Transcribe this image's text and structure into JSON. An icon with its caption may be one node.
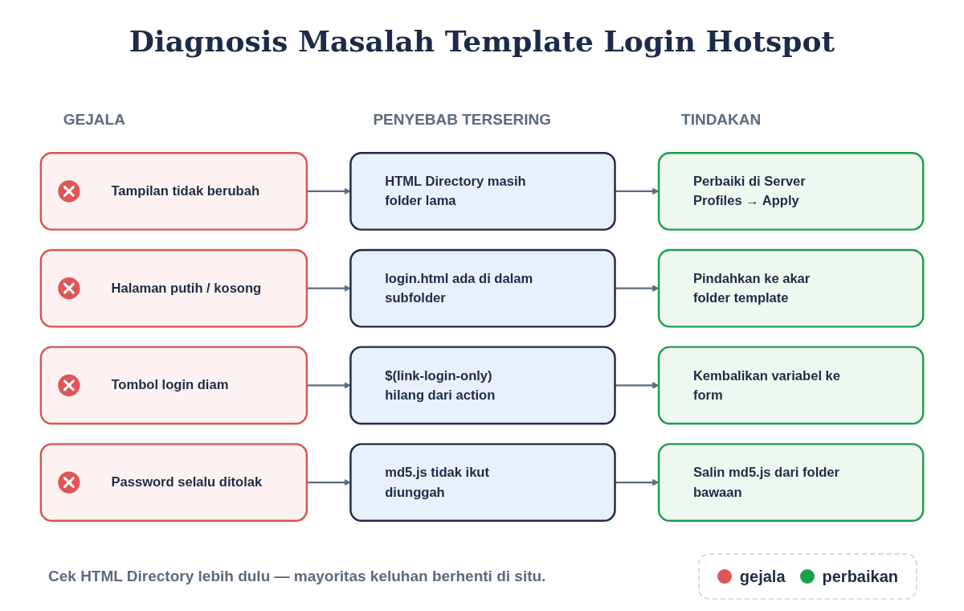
{
  "diagram": {
    "title": "Diagnosis Masalah Template Login Hotspot",
    "caption": "Cek HTML Directory lebih dulu — mayoritas keluhan berhenti di situ.",
    "nodes": [
      {
        "text": [
          "Tampilan tidak berubah"
        ]
      },
      {
        "text": [
          "HTML Directory masih folder lama"
        ]
      },
      {
        "text": [
          "Perbaiki di Server Profiles → Apply"
        ]
      },
      {
        "text": [
          "Halaman putih / kosong"
        ]
      },
      {
        "text": [
          "login.html ada di dalam subfolder"
        ]
      },
      {
        "text": [
          "Pindahkan ke akar folder template"
        ]
      },
      {
        "text": [
          "Tombol login diam"
        ]
      },
      {
        "text": [
          "$(link-login-only) hilang dari action"
        ]
      },
      {
        "text": [
          "Kembalikan variabel ke form"
        ]
      },
      {
        "text": [
          "Password selalu ditolak"
        ]
      },
      {
        "text": [
          "md5.js tidak ikut diunggah"
        ]
      },
      {
        "text": [
          "Salin md5.js dari folder bawaan"
        ]
      }
    ],
    "edges": [
      {
        "from": 0,
        "to": 1,
        "arrow": "to"
      },
      {
        "from": 1,
        "to": 2,
        "arrow": "to"
      },
      {
        "from": 3,
        "to": 4,
        "arrow": "to"
      },
      {
        "from": 4,
        "to": 5,
        "arrow": "to"
      },
      {
        "from": 6,
        "to": 7,
        "arrow": "to"
      },
      {
        "from": 7,
        "to": 8,
        "arrow": "to"
      },
      {
        "from": 9,
        "to": 10,
        "arrow": "to"
      },
      {
        "from": 10,
        "to": 11,
        "arrow": "to"
      }
    ],
    "labels": [
      "GEJALA",
      "PENYEBAB TERSERING",
      "TINDAKAN"
    ],
    "legend": [
      {
        "text": "gejala",
        "color": "#e05555"
      },
      {
        "text": "perbaikan",
        "color": "#1aa04a"
      }
    ]
  }
}
